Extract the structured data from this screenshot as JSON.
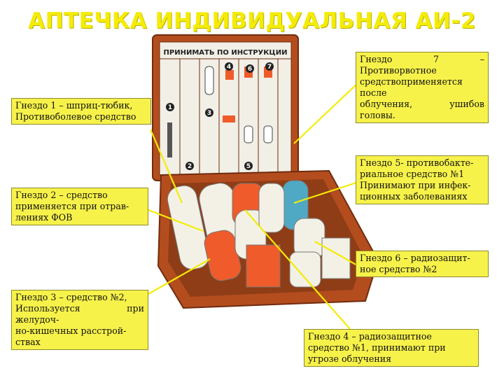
{
  "title": "АПТЕЧКА ИНДИВИДУАЛЬНАЯ АИ-2",
  "kit": {
    "lid_header": "ПРИНИМАТЬ ПО ИНСТРУКЦИИ",
    "slot_numbers": [
      "1",
      "2",
      "3",
      "4",
      "5",
      "6",
      "7"
    ]
  },
  "callouts": {
    "slot1": [
      "Гнездо 1 – шприц-тюбик,",
      "Противоболевое средство"
    ],
    "slot2": [
      "Гнездо 2 – средство",
      "применяется при отрав-",
      "лениях ФОВ"
    ],
    "slot3": [
      "Гнездо 3 – средство №2,",
      "Используется при желудоч-",
      "но-кишечных расстрой-",
      "ствах"
    ],
    "slot4": [
      "Гнездо 4 – радиозащитное",
      "средство №1, принимают при",
      "угрозе облучения"
    ],
    "slot5": [
      "Гнездо 5- противобакте-",
      "риальное средство №1",
      "Принимают при инфек-",
      "ционных заболеваниях"
    ],
    "slot6": [
      "Гнездо 6 – радиозащит-",
      "ное средство №2"
    ],
    "slot7": [
      "Гнездо 7 –Противорвотное",
      "средствоприменяется после",
      "облучения, ушибов головы."
    ]
  },
  "colors": {
    "title": "#f4ec06",
    "callout_fill": "#f7f24a",
    "case": "#b44d1e",
    "capsule_orange": "#ef5b2a",
    "capsule_blue": "#4fa9c4",
    "capsule_white": "#f3f1e6"
  }
}
